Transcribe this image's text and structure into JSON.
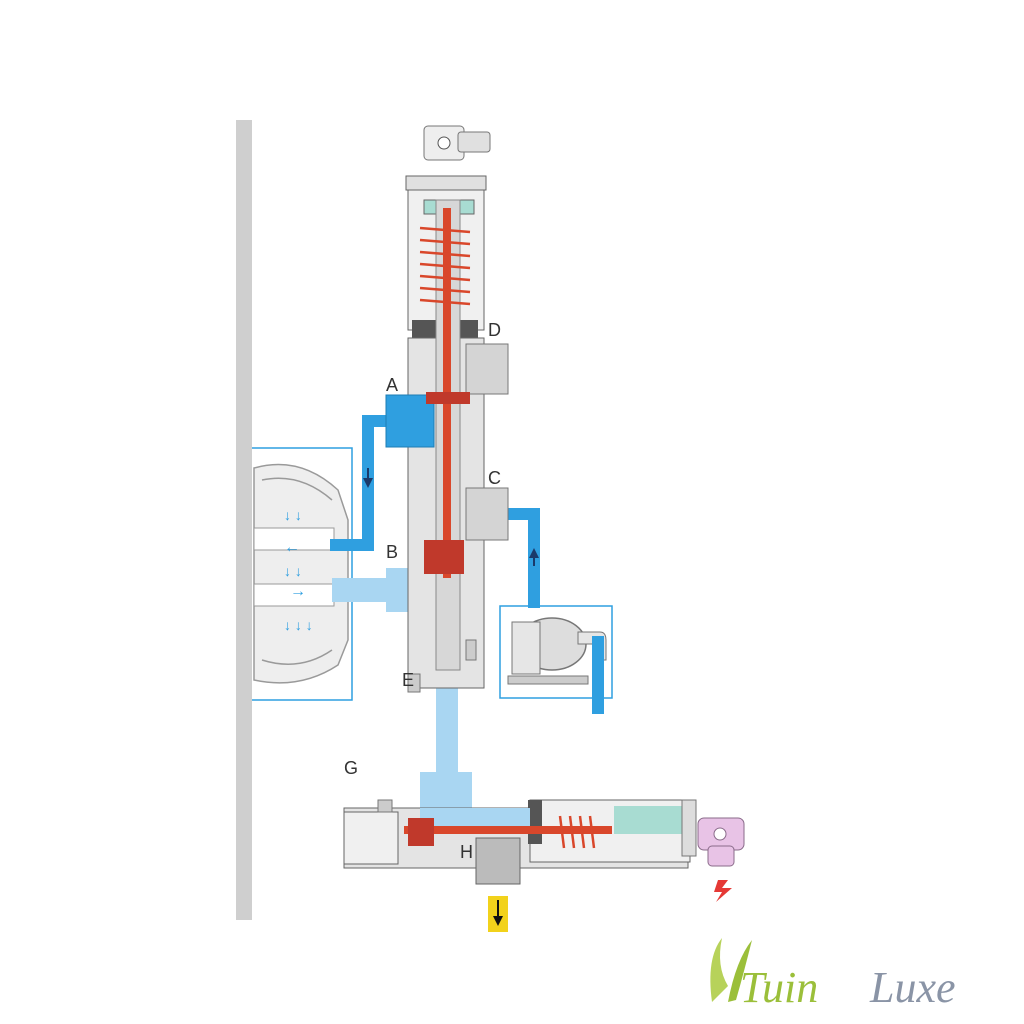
{
  "labels": {
    "a": "A",
    "b": "B",
    "c": "C",
    "d": "D",
    "e": "E",
    "g": "G",
    "h": "H"
  },
  "logo": {
    "brand_first": "Tuin",
    "brand_second": "Luxe"
  },
  "colors": {
    "water": "#2f9fe0",
    "water_light": "#a9d6f2",
    "spring": "#d9472b",
    "body_grey": "#d9d9d9",
    "outline": "#555555",
    "drain": "#f2d21b",
    "valve_pink": "#e8c3e6",
    "logo_green": "#9bbf3a",
    "logo_grey": "#8a94a6"
  }
}
